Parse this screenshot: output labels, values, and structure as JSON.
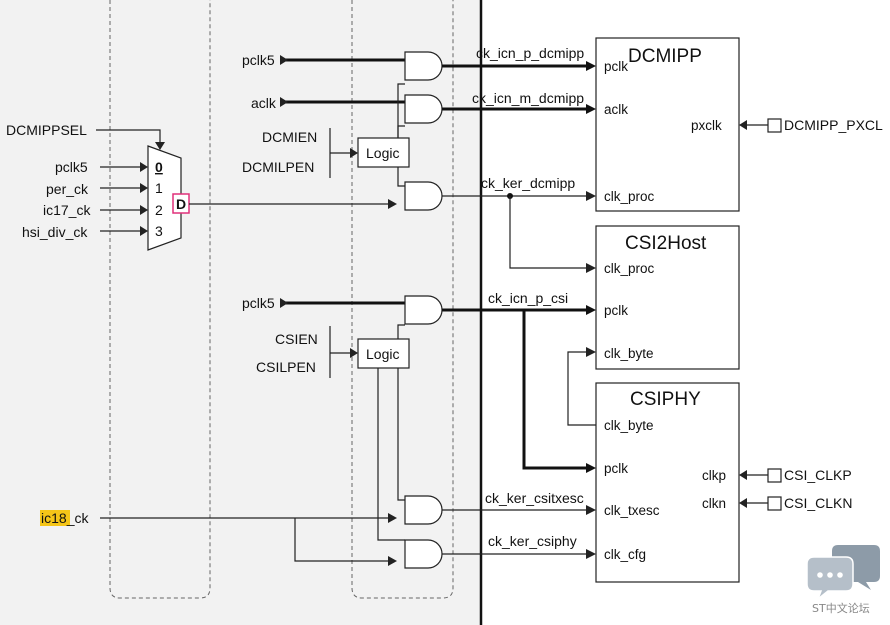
{
  "mux": {
    "select_label": "DCMIPPSEL",
    "inputs": [
      "pclk5",
      "per_ck",
      "ic17_ck",
      "hsi_div_ck"
    ],
    "indices": [
      "0",
      "1",
      "2",
      "3"
    ],
    "d_label": "D"
  },
  "left_inputs": {
    "ic18_highlight": "ic18",
    "ic18_rest": "_ck"
  },
  "dcmipp_group": {
    "pclk_in": "pclk5",
    "aclk_in": "aclk",
    "en_label": "DCMIEN",
    "lpen_label": "DCMILPEN",
    "logic_label": "Logic"
  },
  "csi_group": {
    "pclk_in": "pclk5",
    "en_label": "CSIEN",
    "lpen_label": "CSILPEN",
    "logic_label": "Logic"
  },
  "signals": {
    "ck_icn_p_dcmipp": "ck_icn_p_dcmipp",
    "ck_icn_m_dcmipp": "ck_icn_m_dcmipp",
    "ck_ker_dcmipp": "ck_ker_dcmipp",
    "ck_icn_p_csi": "ck_icn_p_csi",
    "ck_ker_csitxesc": "ck_ker_csitxesc",
    "ck_ker_csiphy": "ck_ker_csiphy"
  },
  "blocks": {
    "dcmipp": {
      "title": "DCMIPP",
      "pins": [
        "pclk",
        "aclk",
        "clk_proc"
      ],
      "pxclk": "pxclk",
      "ext": "DCMIPP_PXCL"
    },
    "csi2host": {
      "title": "CSI2Host",
      "pins": [
        "clk_proc",
        "pclk",
        "clk_byte"
      ]
    },
    "csiphy": {
      "title": "CSIPHY",
      "pins": [
        "clk_byte",
        "pclk",
        "clk_txesc",
        "clk_cfg"
      ],
      "clkp": "clkp",
      "clkn": "clkn",
      "ext_p": "CSI_CLKP",
      "ext_n": "CSI_CLKN"
    }
  },
  "watermark": "ST中文论坛",
  "colors": {
    "background_left": "#f2f2f2",
    "mux_d_box": "#e0307a",
    "highlight": "#f5c518",
    "watermark": "#8a9aa8"
  }
}
